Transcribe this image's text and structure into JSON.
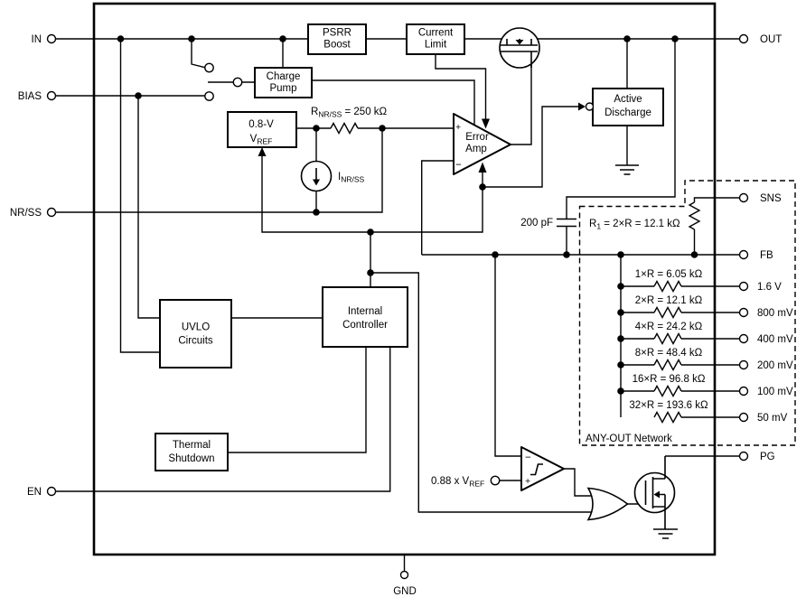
{
  "figure": {
    "background": "#ffffff",
    "line_color": "#000000"
  },
  "pins": {
    "in": "IN",
    "bias": "BIAS",
    "nrss": "NR/SS",
    "en": "EN",
    "gnd": "GND",
    "out": "OUT",
    "sns": "SNS",
    "fb": "FB",
    "pg": "PG"
  },
  "blocks": {
    "psrr_boost": [
      "PSRR",
      "Boost"
    ],
    "current_limit": [
      "Current",
      "Limit"
    ],
    "charge_pump": [
      "Charge",
      "Pump"
    ],
    "vref": {
      "line1": "0.8-V",
      "base": "V",
      "sub": "REF"
    },
    "active_discharge": [
      "Active",
      "Discharge"
    ],
    "uvlo": [
      "UVLO",
      "Circuits"
    ],
    "internal_controller": [
      "Internal",
      "Controller"
    ],
    "thermal_shutdown": [
      "Thermal",
      "Shutdown"
    ]
  },
  "error_amp": {
    "line1": "Error",
    "line2": "Amp",
    "plus": "+",
    "minus": "−"
  },
  "comparator": {
    "plus": "+",
    "minus": "−",
    "threshold_base": "0.88 x V",
    "threshold_sub": "REF"
  },
  "labels": {
    "r_nrss": {
      "base": "R",
      "sub": "NR/SS",
      "rest": " = 250 kΩ"
    },
    "i_nrss": {
      "base": "I",
      "sub": "NR/SS"
    },
    "cap": "200 pF",
    "r1": {
      "base": "R",
      "sub": "1",
      "rest": " = 2×R = 12.1 kΩ"
    },
    "anyout": "ANY-OUT Network"
  },
  "ladder": [
    {
      "res": "1×R = 6.05 kΩ",
      "pin": "1.6 V"
    },
    {
      "res": "2×R = 12.1 kΩ",
      "pin": "800 mV"
    },
    {
      "res": "4×R = 24.2 kΩ",
      "pin": "400 mV"
    },
    {
      "res": "8×R = 48.4 kΩ",
      "pin": "200 mV"
    },
    {
      "res": "16×R = 96.8 kΩ",
      "pin": "100 mV"
    },
    {
      "res": "32×R = 193.6 kΩ",
      "pin": "50 mV"
    }
  ]
}
